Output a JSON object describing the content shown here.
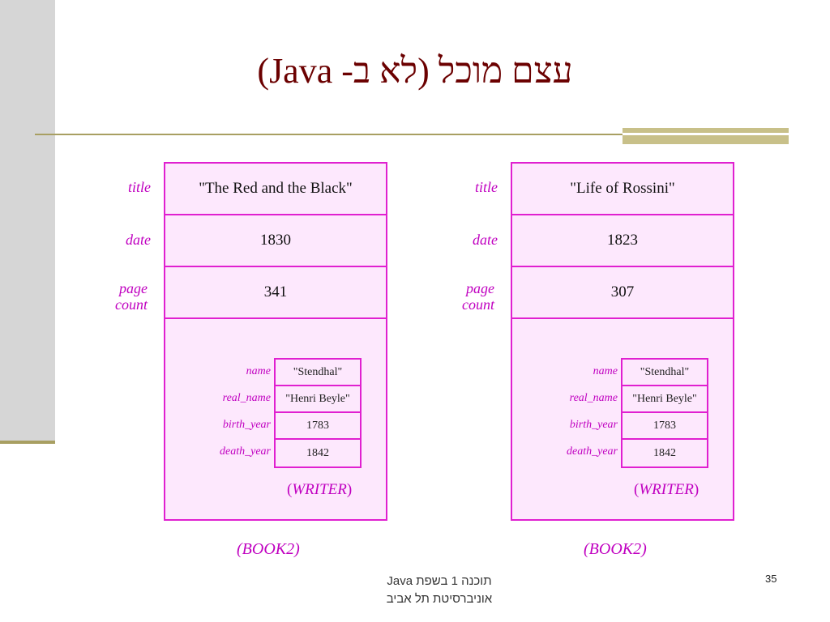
{
  "slide": {
    "title": "עצם מוכל (לא ב- Java)",
    "footer_line1": "תוכנה 1 בשפת  Java",
    "footer_line2": "אוניברסיטת תל אביב",
    "page_number": "35"
  },
  "field_labels": {
    "title": "title",
    "date": "date",
    "page_count_line1": "page",
    "page_count_line2": "count"
  },
  "writer_labels": {
    "name": "name",
    "real_name": "real_name",
    "birth_year": "birth_year",
    "death_year": "death_year",
    "caption_open": "(",
    "caption_name": "WRITER",
    "caption_close": ")"
  },
  "books": [
    {
      "title": "\"The Red and the Black\"",
      "date": "1830",
      "page_count": "341",
      "caption": "(BOOK2)",
      "writer": {
        "name": "\"Stendhal\"",
        "real_name": "\"Henri Beyle\"",
        "birth_year": "1783",
        "death_year": "1842"
      }
    },
    {
      "title": "\"Life of Rossini\"",
      "date": "1823",
      "page_count": "307",
      "caption": "(BOOK2)",
      "writer": {
        "name": "\"Stendhal\"",
        "real_name": "\"Henri Beyle\"",
        "birth_year": "1783",
        "death_year": "1842"
      }
    }
  ],
  "colors": {
    "accent_magenta": "#e020d0",
    "fill_pink": "#fde8fd",
    "title_dark_red": "#6b0000",
    "rule_olive": "#a89f62"
  }
}
